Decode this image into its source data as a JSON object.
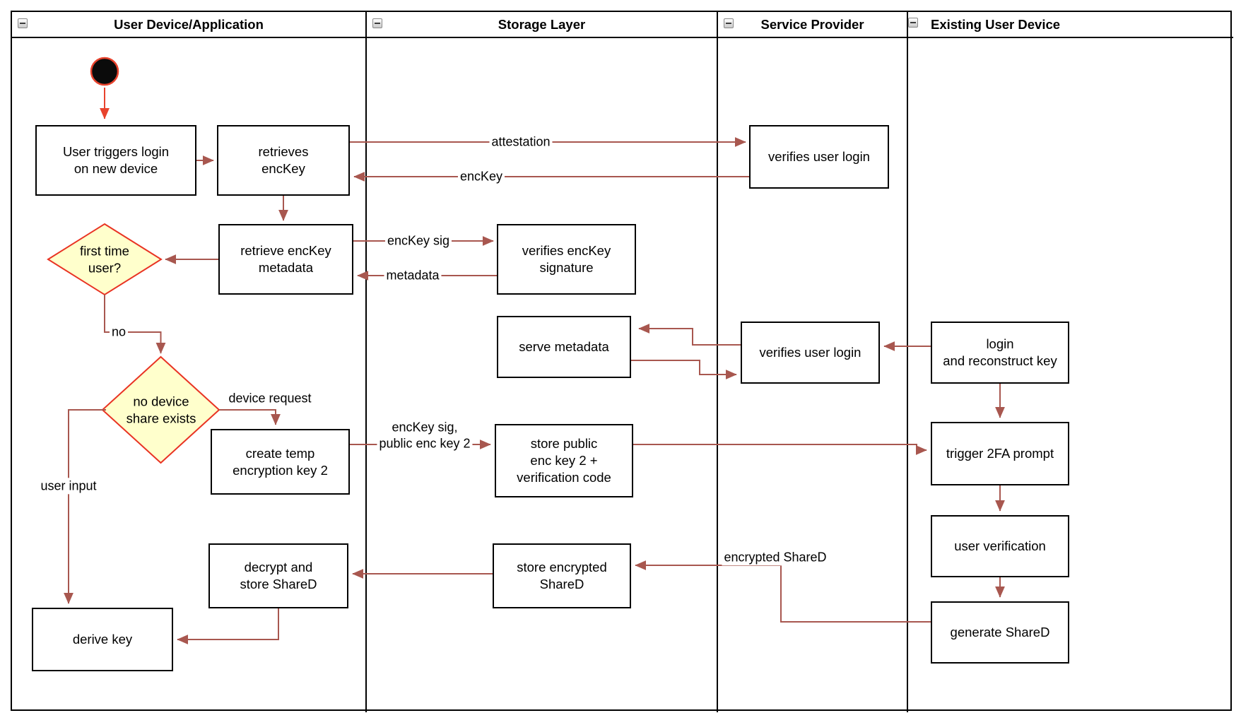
{
  "lanes": [
    {
      "title": "User Device/Application"
    },
    {
      "title": "Storage Layer"
    },
    {
      "title": "Service Provider"
    },
    {
      "title": "Existing User Device"
    }
  ],
  "nodes": {
    "user_triggers_login": {
      "label": "User triggers login\non new device"
    },
    "retrieves_enckey": {
      "label": "retrieves\nencKey"
    },
    "verifies_user_login_1": {
      "label": "verifies user login"
    },
    "retrieve_enckey_metadata": {
      "label": "retrieve encKey\nmetadata"
    },
    "verifies_enckey_signature": {
      "label": "verifies encKey\nsignature"
    },
    "serve_metadata": {
      "label": "serve metadata"
    },
    "verifies_user_login_2": {
      "label": "verifies user login"
    },
    "login_and_reconstruct_key": {
      "label": "login\nand reconstruct key"
    },
    "create_temp_encryption_key_2": {
      "label": "create temp\nencryption key 2"
    },
    "store_public_enc_key_2": {
      "label": "store public\nenc key 2 +\nverification code"
    },
    "trigger_2fa_prompt": {
      "label": "trigger 2FA prompt"
    },
    "user_verification": {
      "label": "user verification"
    },
    "generate_shared": {
      "label": "generate ShareD"
    },
    "store_encrypted_shared": {
      "label": "store encrypted\nShareD"
    },
    "decrypt_and_store_shared": {
      "label": "decrypt and\nstore ShareD"
    },
    "derive_key": {
      "label": "derive key"
    }
  },
  "decisions": {
    "first_time_user": {
      "label": "first time\nuser?"
    },
    "no_device_share_exists": {
      "label": "no device\nshare exists"
    }
  },
  "edge_labels": {
    "attestation": "attestation",
    "enckey": "encKey",
    "enckey_sig": "encKey sig",
    "metadata": "metadata",
    "no": "no",
    "device_request": "device request",
    "enckey_sig_public": "encKey sig,\npublic enc key 2",
    "user_input": "user input",
    "encrypted_shared": "encrypted ShareD"
  },
  "colors": {
    "flow_arrow": "#a8574f",
    "start_arrow": "#e8432d",
    "start_node_fill": "#0b0b0b",
    "decision_fill": "#ffffcc",
    "decision_border": "#e93323",
    "node_border": "#000000",
    "node_fill": "#ffffff",
    "lane_border": "#000000"
  }
}
